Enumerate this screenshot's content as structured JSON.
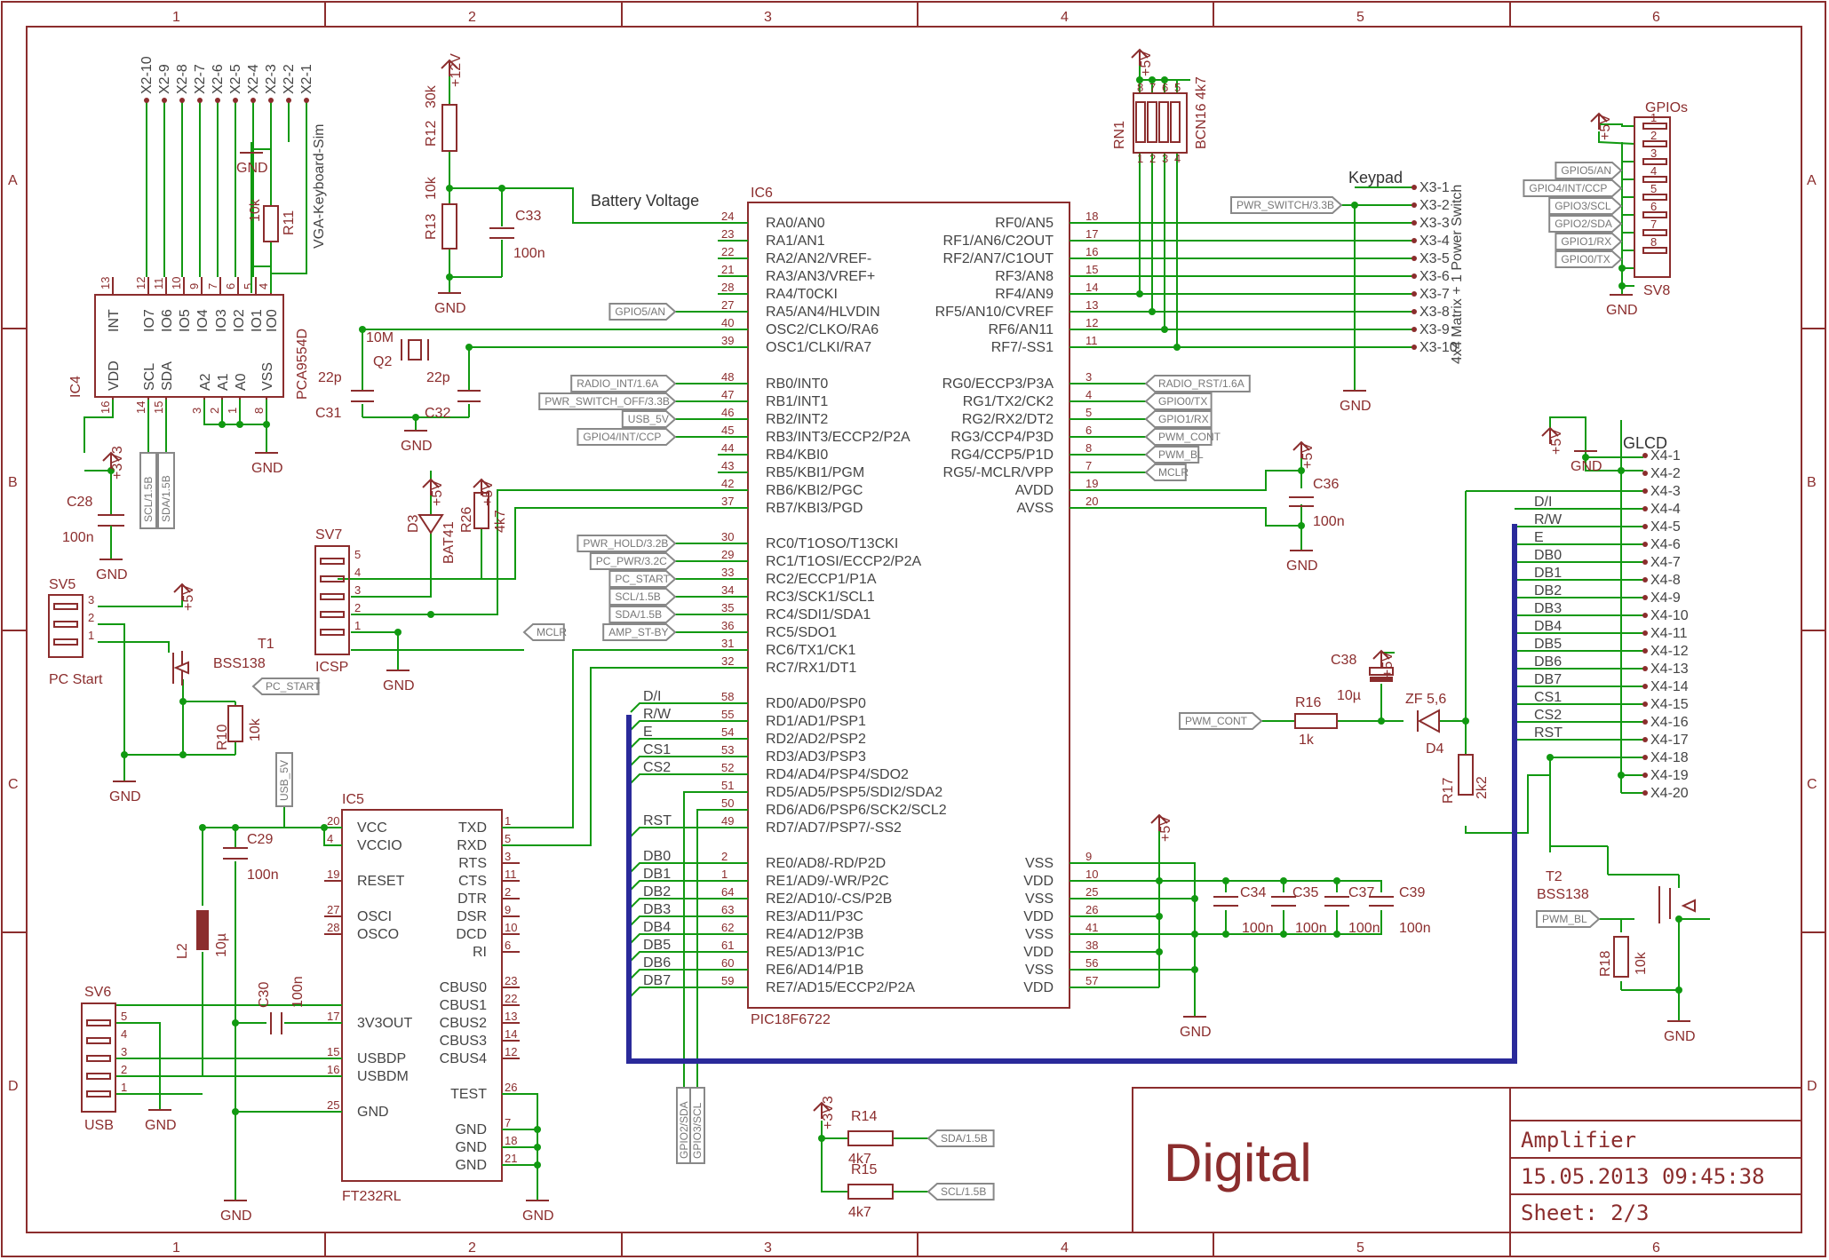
{
  "title_block": {
    "sheet_title": "Digital",
    "project": "Amplifier",
    "date": "15.05.2013 09:45:38",
    "sheet": "Sheet: 2/3"
  },
  "grid": {
    "columns": [
      "1",
      "2",
      "3",
      "4",
      "5",
      "6"
    ],
    "rows": [
      "A",
      "B",
      "C",
      "D"
    ]
  },
  "components": [
    {
      "ref": "IC6",
      "value": "PIC18F6722"
    },
    {
      "ref": "IC5",
      "value": "FT232RL"
    },
    {
      "ref": "IC4",
      "value": "PCA9554D"
    },
    {
      "ref": "R12",
      "value": "30k"
    },
    {
      "ref": "R13",
      "value": "10k"
    },
    {
      "ref": "C33",
      "value": "100n"
    },
    {
      "ref": "Q2",
      "value": "10M"
    },
    {
      "ref": "C31",
      "value": "22p"
    },
    {
      "ref": "C32",
      "value": "22p"
    },
    {
      "ref": "RN1",
      "value": "BCN16 4k7"
    },
    {
      "ref": "R11",
      "value": "10k"
    },
    {
      "ref": "C28",
      "value": "100n"
    },
    {
      "ref": "D3",
      "value": "BAT41"
    },
    {
      "ref": "R26",
      "value": "4k7"
    },
    {
      "ref": "SV7",
      "value": "ICSP"
    },
    {
      "ref": "SV5",
      "value": "PC Start"
    },
    {
      "ref": "T1",
      "value": "BSS138"
    },
    {
      "ref": "R10",
      "value": "10k"
    },
    {
      "ref": "C29",
      "value": "100n"
    },
    {
      "ref": "L2",
      "value": "10µ"
    },
    {
      "ref": "C30",
      "value": "100n"
    },
    {
      "ref": "SV6",
      "value": "USB"
    },
    {
      "ref": "R14",
      "value": "4k7"
    },
    {
      "ref": "R15",
      "value": "4k7"
    },
    {
      "ref": "C36",
      "value": "100n"
    },
    {
      "ref": "C38",
      "value": "10µ"
    },
    {
      "ref": "R16",
      "value": "1k"
    },
    {
      "ref": "D4",
      "value": "ZF 5,6"
    },
    {
      "ref": "R17",
      "value": "2k2"
    },
    {
      "ref": "T2",
      "value": "BSS138"
    },
    {
      "ref": "R18",
      "value": "10k"
    },
    {
      "ref": "C34",
      "value": "100n"
    },
    {
      "ref": "C35",
      "value": "100n"
    },
    {
      "ref": "C37",
      "value": "100n"
    },
    {
      "ref": "C39",
      "value": "100n"
    },
    {
      "ref": "SV8",
      "value": "GPIOs"
    }
  ],
  "text": {
    "battery_voltage": "Battery Voltage",
    "keypad": "Keypad",
    "keypad_desc": "4x4 Matrix + 1 Power Switch",
    "vga_sim": "VGA-Keyboard-Sim",
    "glcd": "GLCD",
    "gnd": "GND",
    "v5": "+5V",
    "v12": "+12V",
    "v33": "+3V3"
  },
  "ic6": {
    "ref": "IC6",
    "part": "PIC18F6722",
    "left_pins": [
      {
        "num": "24",
        "name": "RA0/AN0"
      },
      {
        "num": "23",
        "name": "RA1/AN1"
      },
      {
        "num": "22",
        "name": "RA2/AN2/VREF-"
      },
      {
        "num": "21",
        "name": "RA3/AN3/VREF+"
      },
      {
        "num": "28",
        "name": "RA4/T0CKI"
      },
      {
        "num": "27",
        "name": "RA5/AN4/HLVDIN"
      },
      {
        "num": "40",
        "name": "OSC2/CLKO/RA6"
      },
      {
        "num": "39",
        "name": "OSC1/CLKI/RA7"
      },
      {
        "num": "48",
        "name": "RB0/INT0"
      },
      {
        "num": "47",
        "name": "RB1/INT1"
      },
      {
        "num": "46",
        "name": "RB2/INT2"
      },
      {
        "num": "45",
        "name": "RB3/INT3/ECCP2/P2A"
      },
      {
        "num": "44",
        "name": "RB4/KBI0"
      },
      {
        "num": "43",
        "name": "RB5/KBI1/PGM"
      },
      {
        "num": "42",
        "name": "RB6/KBI2/PGC"
      },
      {
        "num": "37",
        "name": "RB7/KBI3/PGD"
      },
      {
        "num": "30",
        "name": "RC0/T1OSO/T13CKI"
      },
      {
        "num": "29",
        "name": "RC1/T1OSI/ECCP2/P2A"
      },
      {
        "num": "33",
        "name": "RC2/ECCP1/P1A"
      },
      {
        "num": "34",
        "name": "RC3/SCK1/SCL1"
      },
      {
        "num": "35",
        "name": "RC4/SDI1/SDA1"
      },
      {
        "num": "36",
        "name": "RC5/SDO1"
      },
      {
        "num": "31",
        "name": "RC6/TX1/CK1"
      },
      {
        "num": "32",
        "name": "RC7/RX1/DT1"
      },
      {
        "num": "58",
        "name": "RD0/AD0/PSP0"
      },
      {
        "num": "55",
        "name": "RD1/AD1/PSP1"
      },
      {
        "num": "54",
        "name": "RD2/AD2/PSP2"
      },
      {
        "num": "53",
        "name": "RD3/AD3/PSP3"
      },
      {
        "num": "52",
        "name": "RD4/AD4/PSP4/SDO2"
      },
      {
        "num": "51",
        "name": "RD5/AD5/PSP5/SDI2/SDA2"
      },
      {
        "num": "50",
        "name": "RD6/AD6/PSP6/SCK2/SCL2"
      },
      {
        "num": "49",
        "name": "RD7/AD7/PSP7/-SS2"
      },
      {
        "num": "2",
        "name": "RE0/AD8/-RD/P2D"
      },
      {
        "num": "1",
        "name": "RE1/AD9/-WR/P2C"
      },
      {
        "num": "64",
        "name": "RE2/AD10/-CS/P2B"
      },
      {
        "num": "63",
        "name": "RE3/AD11/P3C"
      },
      {
        "num": "62",
        "name": "RE4/AD12/P3B"
      },
      {
        "num": "61",
        "name": "RE5/AD13/P1C"
      },
      {
        "num": "60",
        "name": "RE6/AD14/P1B"
      },
      {
        "num": "59",
        "name": "RE7/AD15/ECCP2/P2A"
      }
    ],
    "right_pins": [
      {
        "num": "18",
        "name": "RF0/AN5"
      },
      {
        "num": "17",
        "name": "RF1/AN6/C2OUT"
      },
      {
        "num": "16",
        "name": "RF2/AN7/C1OUT"
      },
      {
        "num": "15",
        "name": "RF3/AN8"
      },
      {
        "num": "14",
        "name": "RF4/AN9"
      },
      {
        "num": "13",
        "name": "RF5/AN10/CVREF"
      },
      {
        "num": "12",
        "name": "RF6/AN11"
      },
      {
        "num": "11",
        "name": "RF7/-SS1"
      },
      {
        "num": "3",
        "name": "RG0/ECCP3/P3A"
      },
      {
        "num": "4",
        "name": "RG1/TX2/CK2"
      },
      {
        "num": "5",
        "name": "RG2/RX2/DT2"
      },
      {
        "num": "6",
        "name": "RG3/CCP4/P3D"
      },
      {
        "num": "8",
        "name": "RG4/CCP5/P1D"
      },
      {
        "num": "7",
        "name": "RG5/-MCLR/VPP"
      },
      {
        "num": "19",
        "name": "AVDD"
      },
      {
        "num": "20",
        "name": "AVSS"
      },
      {
        "num": "9",
        "name": "VSS"
      },
      {
        "num": "10",
        "name": "VDD"
      },
      {
        "num": "25",
        "name": "VSS"
      },
      {
        "num": "26",
        "name": "VDD"
      },
      {
        "num": "41",
        "name": "VSS"
      },
      {
        "num": "38",
        "name": "VDD"
      },
      {
        "num": "56",
        "name": "VSS"
      },
      {
        "num": "57",
        "name": "VDD"
      }
    ]
  },
  "ic5": {
    "ref": "IC5",
    "part": "FT232RL",
    "left_pins": [
      {
        "num": "20",
        "name": "VCC"
      },
      {
        "num": "4",
        "name": "VCCIO"
      },
      {
        "num": "19",
        "name": "RESET"
      },
      {
        "num": "27",
        "name": "OSCI"
      },
      {
        "num": "28",
        "name": "OSCO"
      },
      {
        "num": "17",
        "name": "3V3OUT"
      },
      {
        "num": "15",
        "name": "USBDP"
      },
      {
        "num": "16",
        "name": "USBDM"
      },
      {
        "num": "25",
        "name": "GND"
      }
    ],
    "right_pins": [
      {
        "num": "1",
        "name": "TXD"
      },
      {
        "num": "5",
        "name": "RXD"
      },
      {
        "num": "3",
        "name": "RTS"
      },
      {
        "num": "11",
        "name": "CTS"
      },
      {
        "num": "2",
        "name": "DTR"
      },
      {
        "num": "9",
        "name": "DSR"
      },
      {
        "num": "10",
        "name": "DCD"
      },
      {
        "num": "6",
        "name": "RI"
      },
      {
        "num": "23",
        "name": "CBUS0"
      },
      {
        "num": "22",
        "name": "CBUS1"
      },
      {
        "num": "13",
        "name": "CBUS2"
      },
      {
        "num": "14",
        "name": "CBUS3"
      },
      {
        "num": "12",
        "name": "CBUS4"
      },
      {
        "num": "26",
        "name": "TEST"
      },
      {
        "num": "7",
        "name": "GND"
      },
      {
        "num": "18",
        "name": "GND"
      },
      {
        "num": "21",
        "name": "GND"
      }
    ]
  },
  "ic4": {
    "ref": "IC4",
    "part": "PCA9554D",
    "top_pins": [
      {
        "num": "13",
        "name": "INT"
      },
      {
        "num": "12",
        "name": "IO7"
      },
      {
        "num": "11",
        "name": "IO6"
      },
      {
        "num": "10",
        "name": "IO5"
      },
      {
        "num": "9",
        "name": "IO4"
      },
      {
        "num": "7",
        "name": "IO3"
      },
      {
        "num": "6",
        "name": "IO2"
      },
      {
        "num": "5",
        "name": "IO1"
      },
      {
        "num": "4",
        "name": "IO0"
      }
    ],
    "bottom_pins": [
      {
        "num": "16",
        "name": "VDD"
      },
      {
        "num": "14",
        "name": "SCL"
      },
      {
        "num": "15",
        "name": "SDA"
      },
      {
        "num": "3",
        "name": "A2"
      },
      {
        "num": "2",
        "name": "A1"
      },
      {
        "num": "1",
        "name": "A0"
      },
      {
        "num": "8",
        "name": "VSS"
      }
    ],
    "x2_labels": [
      "X2-10",
      "X2-9",
      "X2-8",
      "X2-7",
      "X2-6",
      "X2-5",
      "X2-4",
      "X2-3",
      "X2-2",
      "X2-1"
    ]
  },
  "net_labels": {
    "ic6_left": [
      "GPIO5/AN",
      "RADIO_INT/1.6A",
      "PWR_SWITCH_OFF/3.3B",
      "USB_5V",
      "GPIO4/INT/CCP",
      "PWR_HOLD/3.2B",
      "PC_PWR/3.2C",
      "PC_START",
      "SCL/1.5B",
      "SDA/1.5B",
      "AMP_ST-BY"
    ],
    "ic6_right": [
      "RADIO_RST/1.6A",
      "GPIO0/TX",
      "GPIO1/RX",
      "PWM_CONT",
      "PWM_BL",
      "MCLR"
    ],
    "keypad": "PWR_SWITCH/3.3B",
    "gpios": [
      "GPIO5/AN",
      "GPIO4/INT/CCP",
      "GPIO3/SCL",
      "GPIO2/SDA",
      "GPIO1/RX",
      "GPIO0/TX"
    ],
    "ic4_bus": [
      "SCL/1.5B",
      "SDA/1.5B"
    ],
    "sv7_mclr": "MCLR",
    "pc_start": "PC_START",
    "usb5v": "USB_5V",
    "gpio_vertical": [
      "GPIO2/SDA",
      "GPIO3/SCL"
    ],
    "r14_net": "SDA/1.5B",
    "r15_net": "SCL/1.5B",
    "pwm_cont": "PWM_CONT",
    "pwm_bl": "PWM_BL"
  },
  "bus_signals": [
    "D/I",
    "R/W",
    "E",
    "CS1",
    "CS2",
    "RST",
    "DB0",
    "DB1",
    "DB2",
    "DB3",
    "DB4",
    "DB5",
    "DB6",
    "DB7"
  ],
  "glcd_signals": [
    "D/I",
    "R/W",
    "E",
    "DB0",
    "DB1",
    "DB2",
    "DB3",
    "DB4",
    "DB5",
    "DB6",
    "DB7",
    "CS1",
    "CS2",
    "RST"
  ],
  "x3_pins": [
    "X3-1",
    "X3-2",
    "X3-3",
    "X3-4",
    "X3-5",
    "X3-6",
    "X3-7",
    "X3-8",
    "X3-9",
    "X3-10"
  ],
  "x4_pins": [
    "X4-1",
    "X4-2",
    "X4-3",
    "X4-4",
    "X4-5",
    "X4-6",
    "X4-7",
    "X4-8",
    "X4-9",
    "X4-10",
    "X4-11",
    "X4-12",
    "X4-13",
    "X4-14",
    "X4-15",
    "X4-16",
    "X4-17",
    "X4-18",
    "X4-19",
    "X4-20"
  ],
  "sv8_pins": [
    "1",
    "2",
    "3",
    "4",
    "5",
    "6",
    "7",
    "8"
  ],
  "sv7_pins": [
    "5",
    "4",
    "3",
    "2",
    "1"
  ],
  "sv5_pins": [
    "3",
    "2",
    "1"
  ],
  "sv6_pins": [
    "5",
    "4",
    "3",
    "2",
    "1"
  ],
  "rn1_pins": [
    "8",
    "7",
    "6",
    "5",
    "1",
    "2",
    "3",
    "4"
  ]
}
